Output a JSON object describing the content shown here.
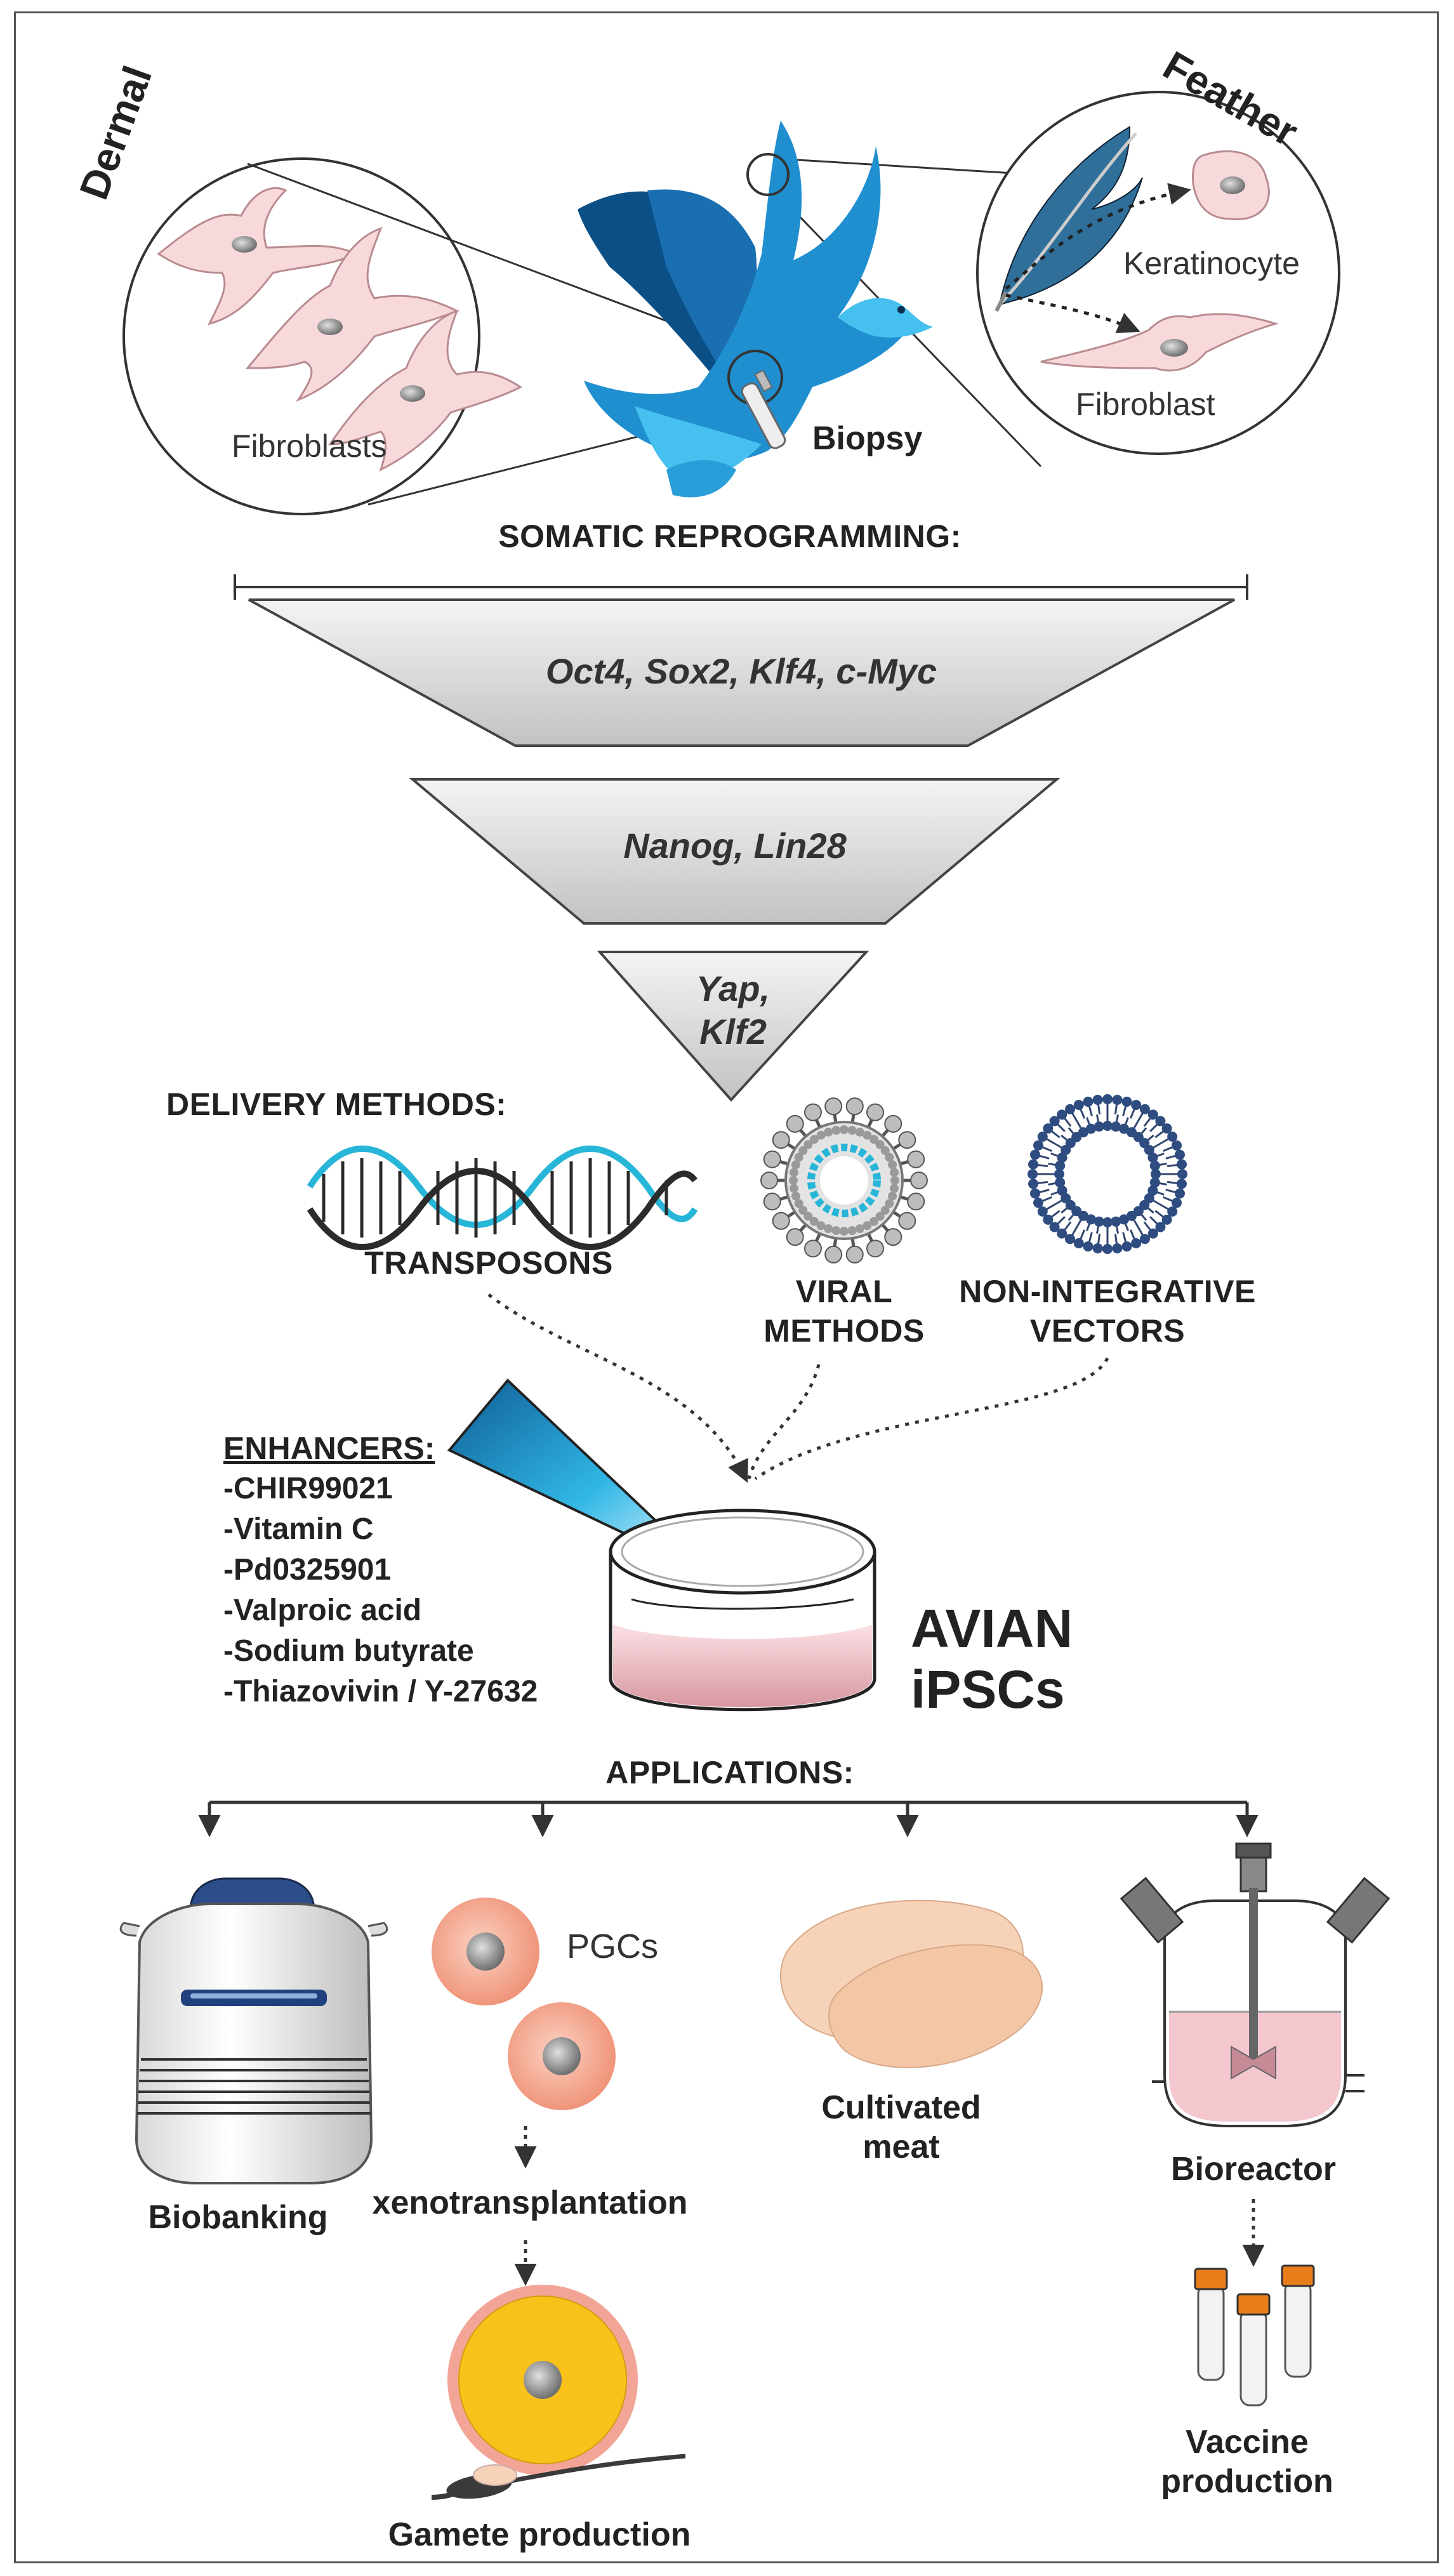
{
  "labels": {
    "dermal": "Dermal",
    "feather": "Feather",
    "fibroblasts": "Fibroblasts",
    "keratinocyte": "Keratinocyte",
    "fibroblast": "Fibroblast",
    "biopsy": "Biopsy",
    "somatic_reprogramming": "SOMATIC REPROGRAMMING:",
    "funnel_1": "Oct4, Sox2, Klf4, c-Myc",
    "funnel_2": "Nanog, Lin28",
    "funnel_3_line1": "Yap,",
    "funnel_3_line2": "Klf2",
    "delivery_methods": "DELIVERY METHODS:",
    "transposons": "TRANSPOSONS",
    "viral_line1": "VIRAL",
    "viral_line2": "METHODS",
    "nonint_line1": "NON-INTEGRATIVE",
    "nonint_line2": "VECTORS",
    "avian_line1": "AVIAN",
    "avian_line2": "iPSCs",
    "applications": "APPLICATIONS:",
    "biobanking": "Biobanking",
    "pgcs": "PGCs",
    "xenotransplantation": "xenotransplantation",
    "gamete_production": "Gamete production",
    "cultivated_line1": "Cultivated",
    "cultivated_line2": "meat",
    "bioreactor": "Bioreactor",
    "vaccine_line1": "Vaccine",
    "vaccine_line2": "production"
  },
  "enhancers": {
    "heading": "ENHANCERS:",
    "items": [
      "-CHIR99021",
      "-Vitamin C",
      "-Pd0325901",
      "-Valproic acid",
      "-Sodium butyrate",
      "-Thiazovivin / Y-27632"
    ]
  },
  "colors": {
    "dove_dark": "#0a4f86",
    "dove_mid": "#1f8fd0",
    "dove_light": "#46c0ee",
    "cell_pink": "#f7d9dc",
    "dna_cyan": "#27b5d8",
    "yolk": "#f9c21a",
    "orange_cap": "#e87d1a",
    "meat": "#f6d2b8"
  }
}
